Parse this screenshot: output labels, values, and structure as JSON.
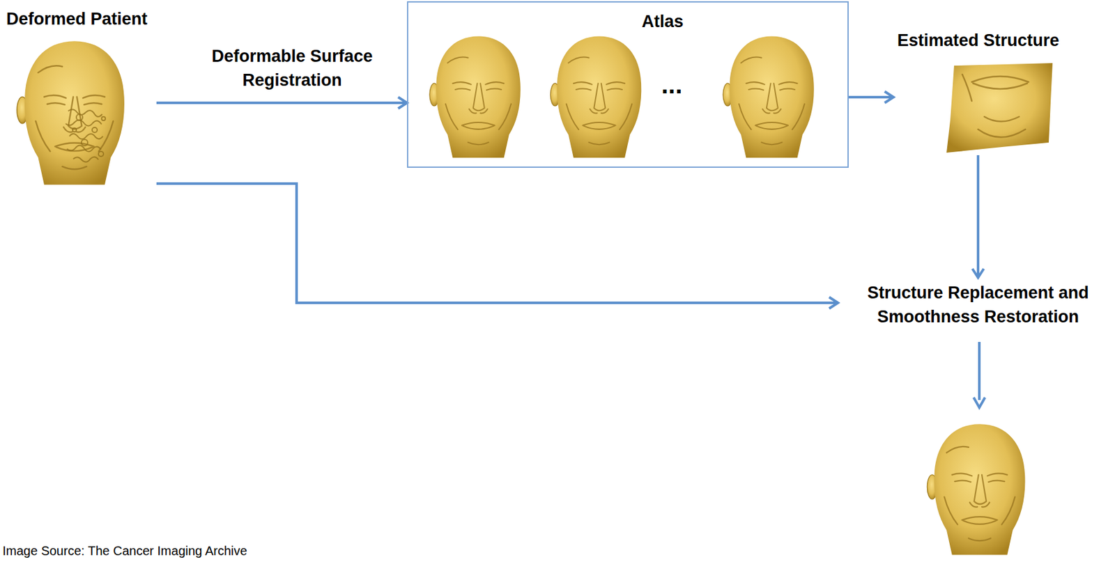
{
  "diagram": {
    "nodes": [
      {
        "text": [
          "Deformed Patient"
        ]
      },
      {
        "text": [
          "Atlas"
        ]
      },
      {
        "text": [
          "Estimated Structure"
        ]
      },
      {
        "text": [
          "Structure Replacement and Smoothness Restoration"
        ]
      }
    ],
    "edges": [
      {
        "from": 0,
        "to": 1,
        "arrow": "to",
        "label": "Deformable Surface Registration"
      },
      {
        "from": 1,
        "to": 2,
        "arrow": "to"
      },
      {
        "from": 2,
        "to": 3,
        "arrow": "to"
      },
      {
        "from": 0,
        "to": 3,
        "arrow": "to"
      }
    ],
    "labels": [
      "...",
      "Image Source: The Cancer Imaging Archive"
    ]
  }
}
